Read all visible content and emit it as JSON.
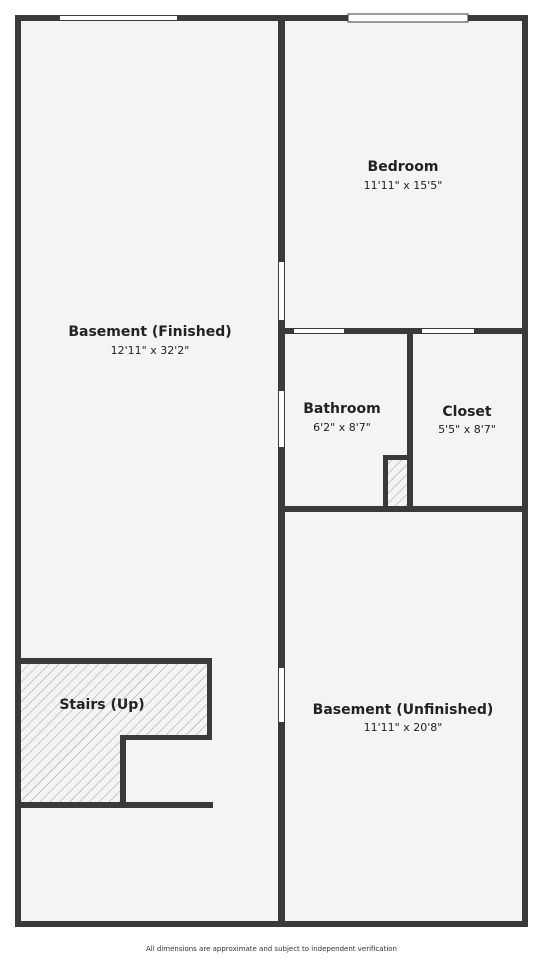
{
  "rooms": [
    {
      "id": "basement-finished",
      "name": "Basement (Finished)",
      "dims": "12'11\" x 32'2\""
    },
    {
      "id": "bedroom",
      "name": "Bedroom",
      "dims": "11'11\" x 15'5\""
    },
    {
      "id": "bathroom",
      "name": "Bathroom",
      "dims": "6'2\" x 8'7\""
    },
    {
      "id": "closet",
      "name": "Closet",
      "dims": "5'5\" x 8'7\""
    },
    {
      "id": "stairs",
      "name": "Stairs (Up)",
      "dims": ""
    },
    {
      "id": "basement-unfinished",
      "name": "Basement (Unfinished)",
      "dims": "11'11\" x 20'8\""
    }
  ],
  "footer": {
    "disclaimer": "All dimensions are approximate and subject to independent verification"
  },
  "colors": {
    "wall": "#3a3a3a",
    "floor": "#f4f4f4",
    "hatch": "#9a9a9a"
  }
}
